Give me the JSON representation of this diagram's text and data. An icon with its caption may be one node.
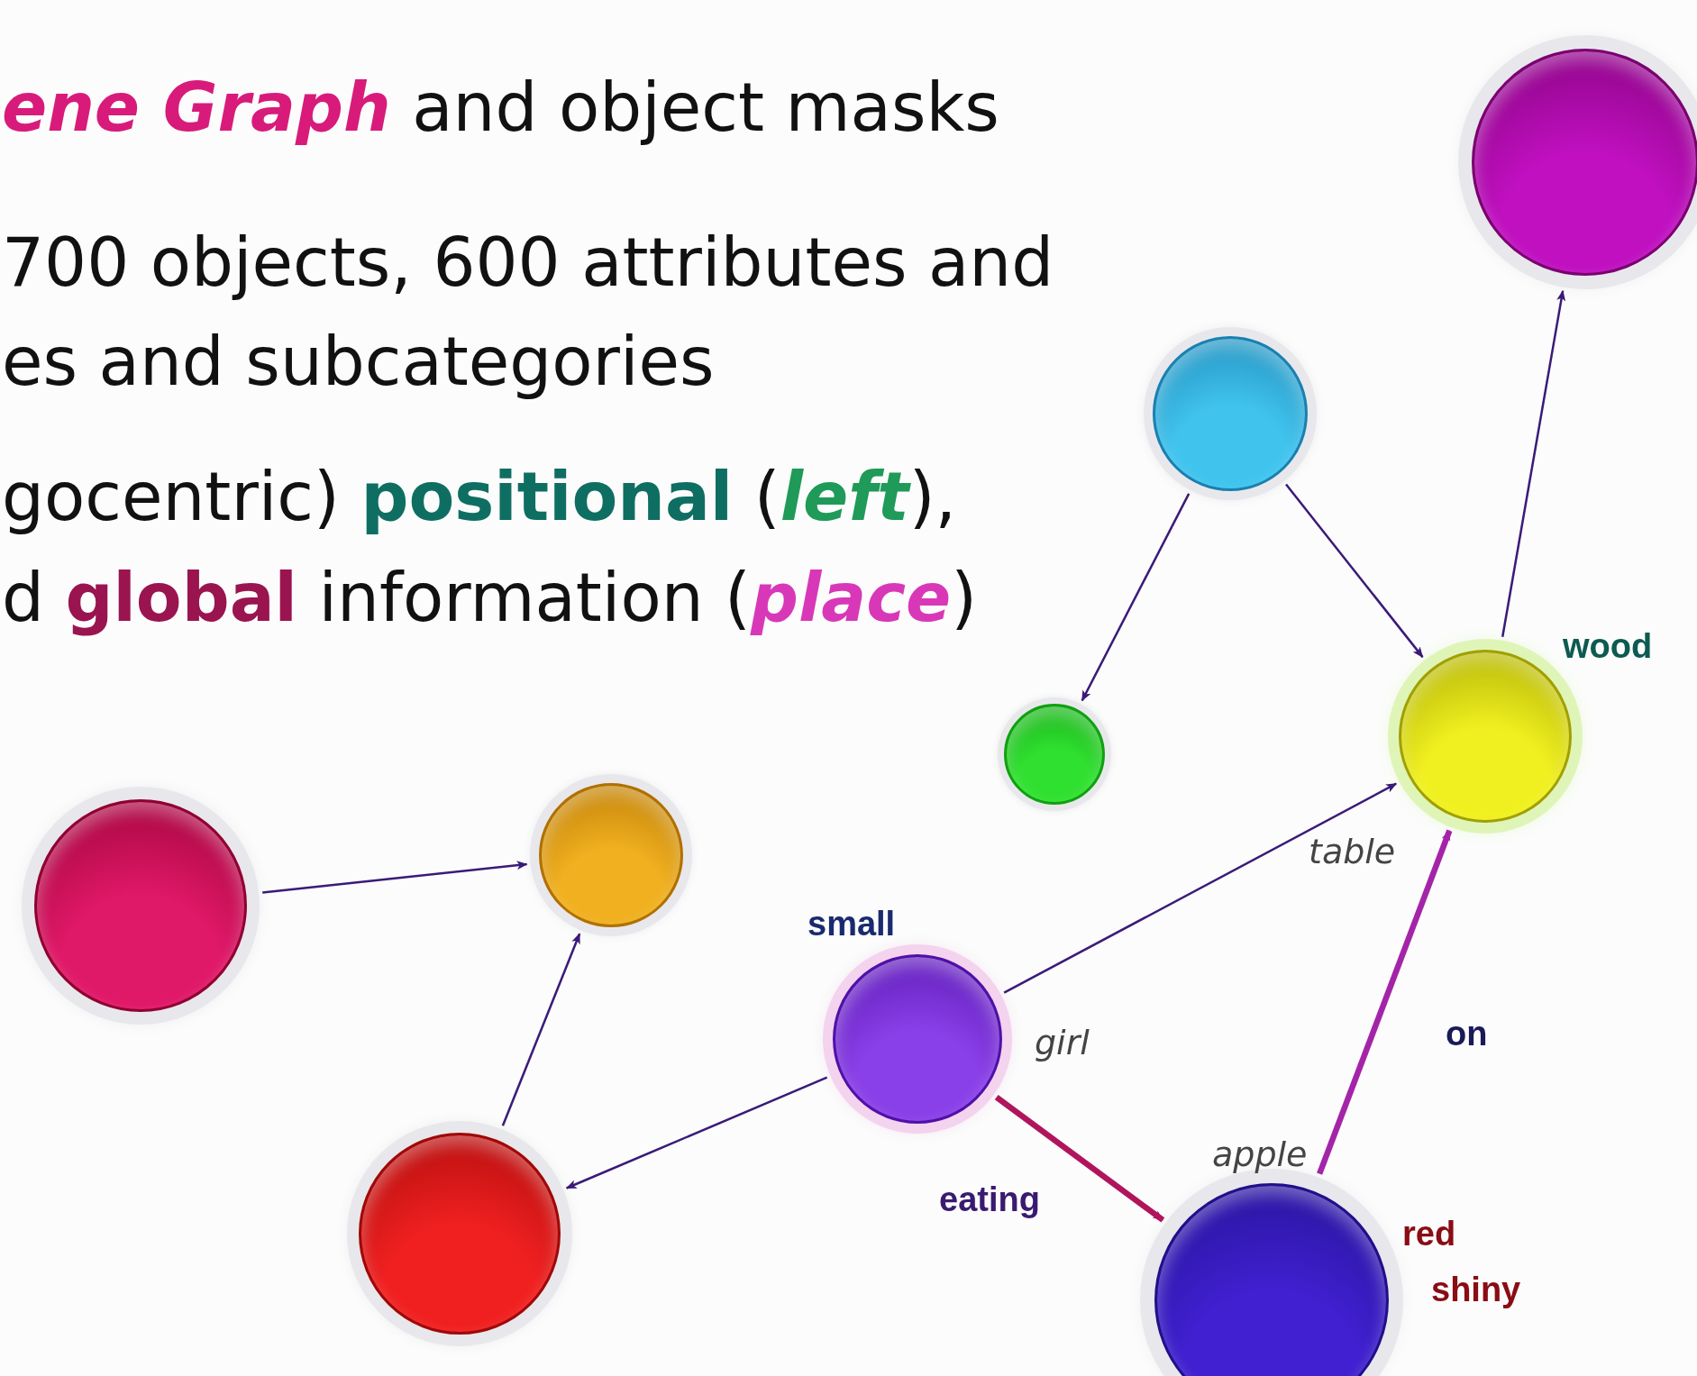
{
  "diagram": {
    "nodes": [
      {
        "text": [],
        "shape": "circle"
      },
      {
        "text": [],
        "shape": "circle"
      },
      {
        "text": [],
        "shape": "circle"
      },
      {
        "text": [],
        "shape": "circle",
        "beside": [
          "wood",
          "table"
        ]
      },
      {
        "text": [],
        "shape": "circle"
      },
      {
        "text": [],
        "shape": "circle"
      },
      {
        "text": [],
        "shape": "circle",
        "beside": [
          "small",
          "girl"
        ]
      },
      {
        "text": [],
        "shape": "circle"
      },
      {
        "text": [],
        "shape": "circle",
        "beside": [
          "apple",
          "red",
          "shiny"
        ]
      }
    ],
    "edges": [
      {
        "from": 1,
        "to": 2,
        "arrow": "to"
      },
      {
        "from": 1,
        "to": 3,
        "arrow": "to"
      },
      {
        "from": 3,
        "to": 0,
        "arrow": "to"
      },
      {
        "from": 4,
        "to": 5,
        "arrow": "to"
      },
      {
        "from": 7,
        "to": 5,
        "arrow": "to"
      },
      {
        "from": 6,
        "to": 3,
        "arrow": "to"
      },
      {
        "from": 6,
        "to": 7,
        "arrow": "to"
      },
      {
        "from": 6,
        "to": 8,
        "arrow": "to",
        "label": "eating",
        "style": "thick",
        "color": "#b0155c"
      },
      {
        "from": 8,
        "to": 3,
        "arrow": "to",
        "label": "on",
        "style": "thick",
        "color": "#a424a8"
      }
    ],
    "labels": [
      "*ene Graph* and object masks",
      "700 objects, 600 attributes and",
      "es and subcategories",
      "gocentric) **positional** (*left*),",
      "d **global** information (*place*)"
    ]
  }
}
